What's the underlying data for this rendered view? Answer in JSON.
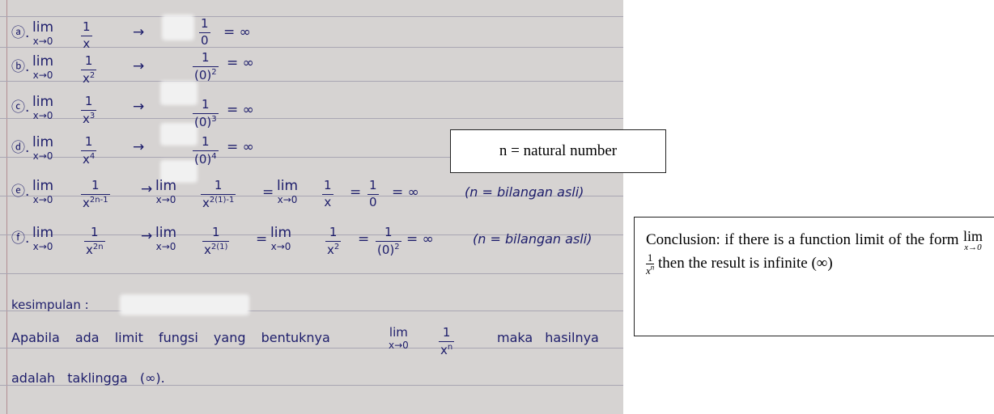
{
  "rows": [
    {
      "label": "ⓐ.",
      "lim": "lim",
      "sub": "x→0",
      "num": "1",
      "den": "x",
      "den_exp": "",
      "arrow": "→",
      "rnum": "1",
      "rden": "0",
      "rden_exp": "",
      "result": "= ∞"
    },
    {
      "label": "ⓑ.",
      "lim": "lim",
      "sub": "x→0",
      "num": "1",
      "den": "x",
      "den_exp": "2",
      "arrow": "→",
      "rnum": "1",
      "rden": "(0)",
      "rden_exp": "2",
      "result": "= ∞"
    },
    {
      "label": "ⓒ.",
      "lim": "lim",
      "sub": "x→0",
      "num": "1",
      "den": "x",
      "den_exp": "3",
      "arrow": "→",
      "rnum": "1",
      "rden": "(0)",
      "rden_exp": "3",
      "result": "= ∞"
    },
    {
      "label": "ⓓ.",
      "lim": "lim",
      "sub": "x→0",
      "num": "1",
      "den": "x",
      "den_exp": "4",
      "arrow": "→",
      "rnum": "1",
      "rden": "(0)",
      "rden_exp": "4",
      "result": "= ∞"
    }
  ],
  "row_e": {
    "label": "ⓔ.",
    "lim": "lim",
    "sub": "x→0",
    "num": "1",
    "den": "x",
    "den_exp": "2n-1",
    "arrow": "→",
    "lim2": "lim",
    "sub2": "x→0",
    "num2": "1",
    "den2": "x",
    "den2_exp": "2(1)-1",
    "eq1": "=",
    "lim3": "lim",
    "sub3": "x→0",
    "num3": "1",
    "den3": "x",
    "eq2": "=",
    "num4": "1",
    "den4": "0",
    "result": "= ∞",
    "note": "(n = bilangan asli)"
  },
  "row_f": {
    "label": "ⓕ.",
    "lim": "lim",
    "sub": "x→0",
    "num": "1",
    "den": "x",
    "den_exp": "2n",
    "arrow": "→",
    "lim2": "lim",
    "sub2": "x→0",
    "num2": "1",
    "den2": "x",
    "den2_exp": "2(1)",
    "eq1": "=",
    "lim3": "lim",
    "sub3": "x→0",
    "num3": "1",
    "den3": "x",
    "den3_exp": "2",
    "eq2": "=",
    "num4": "1",
    "den4": "(0)",
    "den4_exp": "2",
    "result": "= ∞",
    "note": "(n = bilangan asli)"
  },
  "handwritten_conclusion": {
    "heading": "kesimpulan :",
    "line1_a": "Apabila ada limit fungsi yang bentuknya",
    "lim": "lim",
    "sub": "x→0",
    "num": "1",
    "den": "x",
    "den_exp": "n",
    "line1_b": "maka hasilnya",
    "line2": "adalah taklingga (∞)."
  },
  "natural_box": {
    "text": "n = natural number"
  },
  "conclusion_box": {
    "part1": "Conclusion: if there is a function limit of the form",
    "lim": "lim",
    "sub": "x→0",
    "num": "1",
    "den": "x",
    "den_exp": "n",
    "part2": "then the result is infinite (∞)"
  }
}
